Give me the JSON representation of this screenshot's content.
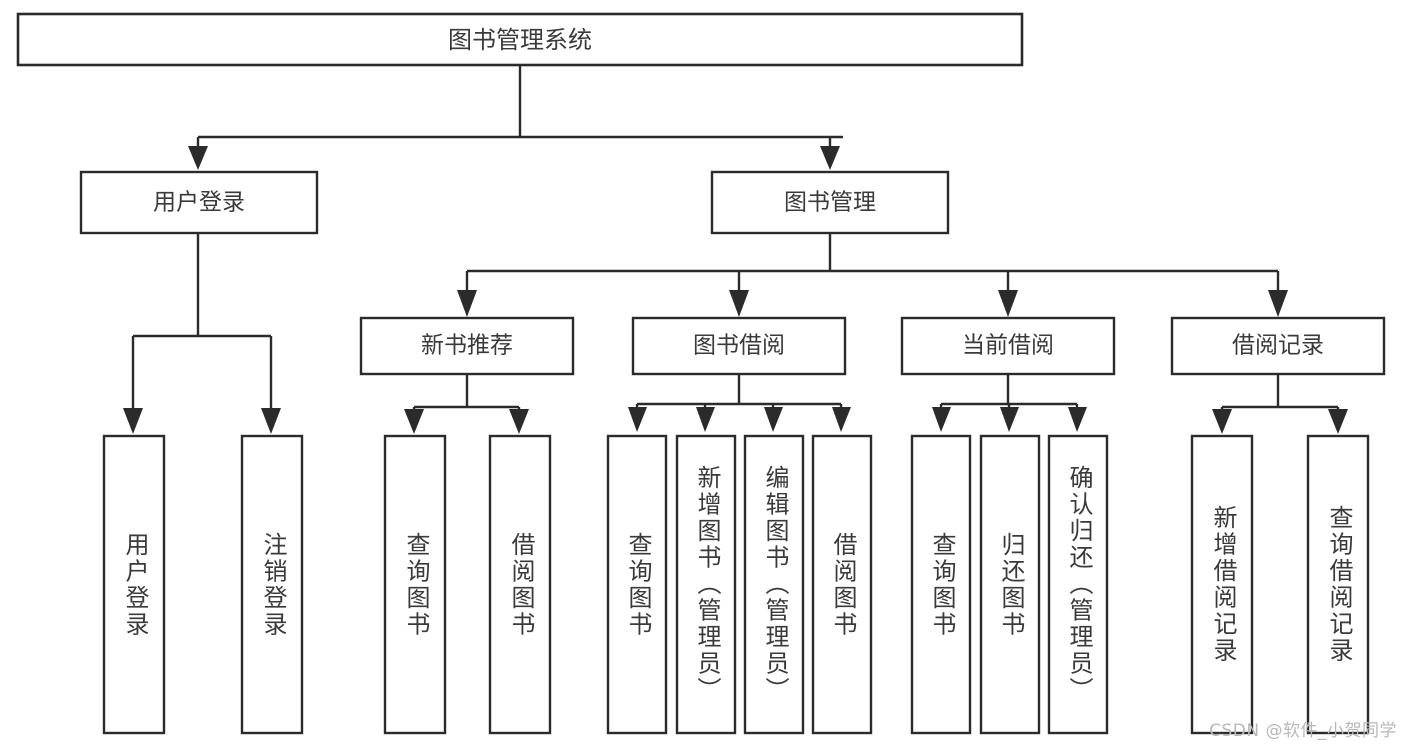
{
  "diagram": {
    "title": "图书管理系统",
    "type": "tree-hierarchy-diagram",
    "orientation": "top-down",
    "colors": {
      "box_stroke": "#2b2b2b",
      "box_fill": "#ffffff",
      "text": "#3a3a3a",
      "connector": "#2b2b2b",
      "watermark": "#b8b8b8",
      "background": "#ffffff"
    },
    "root": {
      "label": "图书管理系统"
    },
    "level2": [
      {
        "id": "user-login",
        "label": "用户登录"
      },
      {
        "id": "book-management",
        "label": "图书管理"
      }
    ],
    "level3": [
      {
        "id": "new-book-recommend",
        "label": "新书推荐",
        "parent": "book-management"
      },
      {
        "id": "book-borrow",
        "label": "图书借阅",
        "parent": "book-management"
      },
      {
        "id": "current-borrow",
        "label": "当前借阅",
        "parent": "book-management"
      },
      {
        "id": "borrow-record",
        "label": "借阅记录",
        "parent": "book-management"
      }
    ],
    "leaves": [
      {
        "id": "leaf-user-login",
        "label": "用户登录",
        "parent": "user-login"
      },
      {
        "id": "leaf-logout-login",
        "label": "注销登录",
        "parent": "user-login"
      },
      {
        "id": "leaf-query-book-1",
        "label": "查询图书",
        "parent": "new-book-recommend"
      },
      {
        "id": "leaf-borrow-book-1",
        "label": "借阅图书",
        "parent": "new-book-recommend"
      },
      {
        "id": "leaf-query-book-2",
        "label": "查询图书",
        "parent": "book-borrow"
      },
      {
        "id": "leaf-add-book",
        "label": "新增图书（管理员）",
        "parent": "book-borrow"
      },
      {
        "id": "leaf-edit-book",
        "label": "编辑图书（管理员）",
        "parent": "book-borrow"
      },
      {
        "id": "leaf-borrow-book-2",
        "label": "借阅图书",
        "parent": "book-borrow"
      },
      {
        "id": "leaf-query-book-3",
        "label": "查询图书",
        "parent": "current-borrow"
      },
      {
        "id": "leaf-return-book",
        "label": "归还图书",
        "parent": "current-borrow"
      },
      {
        "id": "leaf-confirm-return",
        "label": "确认归还（管理员）",
        "parent": "current-borrow"
      },
      {
        "id": "leaf-add-record",
        "label": "新增借阅记录",
        "parent": "borrow-record"
      },
      {
        "id": "leaf-query-record",
        "label": "查询借阅记录",
        "parent": "borrow-record"
      }
    ]
  },
  "watermark": {
    "text": "CSDN @软件_小贺同学"
  }
}
